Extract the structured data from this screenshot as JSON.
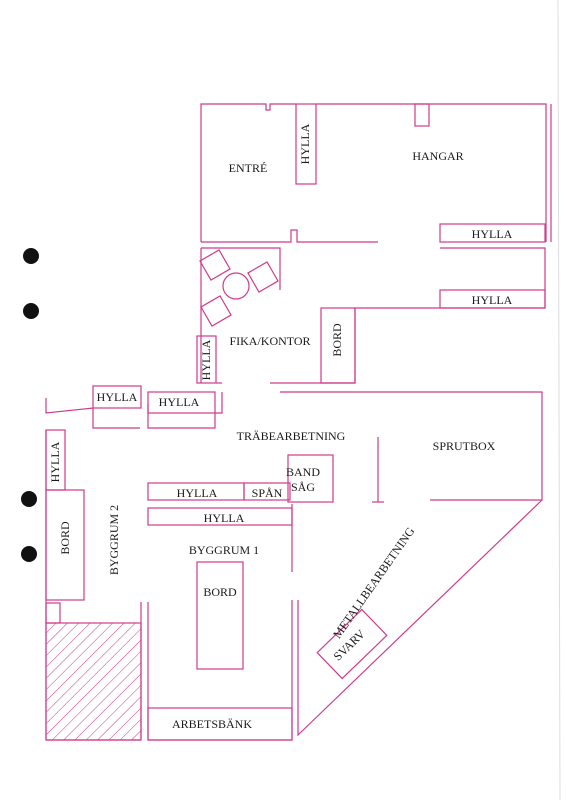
{
  "rooms": {
    "entre": "ENTRÉ",
    "hangar": "HANGAR",
    "fika_kontor": "FIKA/KONTOR",
    "trabearbetning": "TRÄBEARBETNING",
    "sprutbox": "SPRUTBOX",
    "byggrum1": "BYGGRUM 1",
    "byggrum2": "BYGGRUM 2",
    "metallbearbetning": "METALLBEARBETNING"
  },
  "furniture": {
    "hylla": "HYLLA",
    "bord": "BORD",
    "span": "SPÅN",
    "band": "BAND",
    "sag": "SÅG",
    "svarv": "SVARV",
    "arbetsbank": "ARBETSBÄNK"
  },
  "colors": {
    "wall": "#d23a8a",
    "text": "#1a1a1a",
    "punch_hole": "#111111"
  }
}
